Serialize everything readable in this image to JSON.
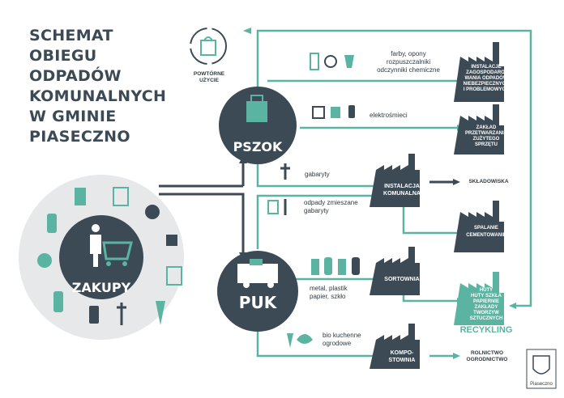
{
  "title_lines": [
    "SCHEMAT",
    "OBIEGU",
    "ODPADÓW",
    "KOMUNALNYCH",
    "W GMINIE",
    "PIASECZNO"
  ],
  "reuse": {
    "line1": "POWTÓRNE",
    "line2": "UŻYCIE"
  },
  "hubs": {
    "pszok": "PSZOK",
    "puk": "PUK",
    "zakupy": "ZAKUPY"
  },
  "waste": {
    "hazardous": [
      "farby, opony",
      "rozpuszczalniki",
      "odczynniki chemiczne"
    ],
    "electro": "elektrośmieci",
    "bulky": "gabaryty",
    "mixed": [
      "odpady zmieszane",
      "gabaryty"
    ],
    "metal": [
      "metal, plastik",
      "papier, szkło"
    ],
    "bio": [
      "bio kuchenne",
      "ogrodowe"
    ]
  },
  "facilities": {
    "hazardous_plant": [
      "INSTALACJE",
      "ZAGOSPODARO-",
      "WANIA ODPADÓW",
      "NIEBEZPIECZNYCH",
      "I PROBLEMOWYCH"
    ],
    "electro_plant": [
      "ZAKŁAD",
      "PRZETWARZANIA",
      "ZUŻYTEGO",
      "SPRZĘTU"
    ],
    "municipal": [
      "INSTALACJA",
      "KOMUNALNA"
    ],
    "cement": [
      "SPALANIE",
      "CEMENTOWANIE"
    ],
    "sorting": [
      "SORTOWNIA"
    ],
    "recycling_plants": [
      "HUTY",
      "HUTY SZKŁA",
      "PAPIERNIE",
      "ZAKŁADY TWORZYW",
      "SZTUCZNYCH"
    ],
    "compost": [
      "KOMPO-",
      "STOWNIA"
    ]
  },
  "destinations": {
    "landfill": "SKŁADOWISKA",
    "recycling": "RECYKLING",
    "agri": [
      "ROLNICTWO",
      "OGRODNICTWO"
    ]
  },
  "municipality": "Piaseczno",
  "colors": {
    "teal": "#5ab4a1",
    "dark": "#3c4a55",
    "light_circle": "#e6e8ea",
    "ink": "#2f3a42"
  }
}
